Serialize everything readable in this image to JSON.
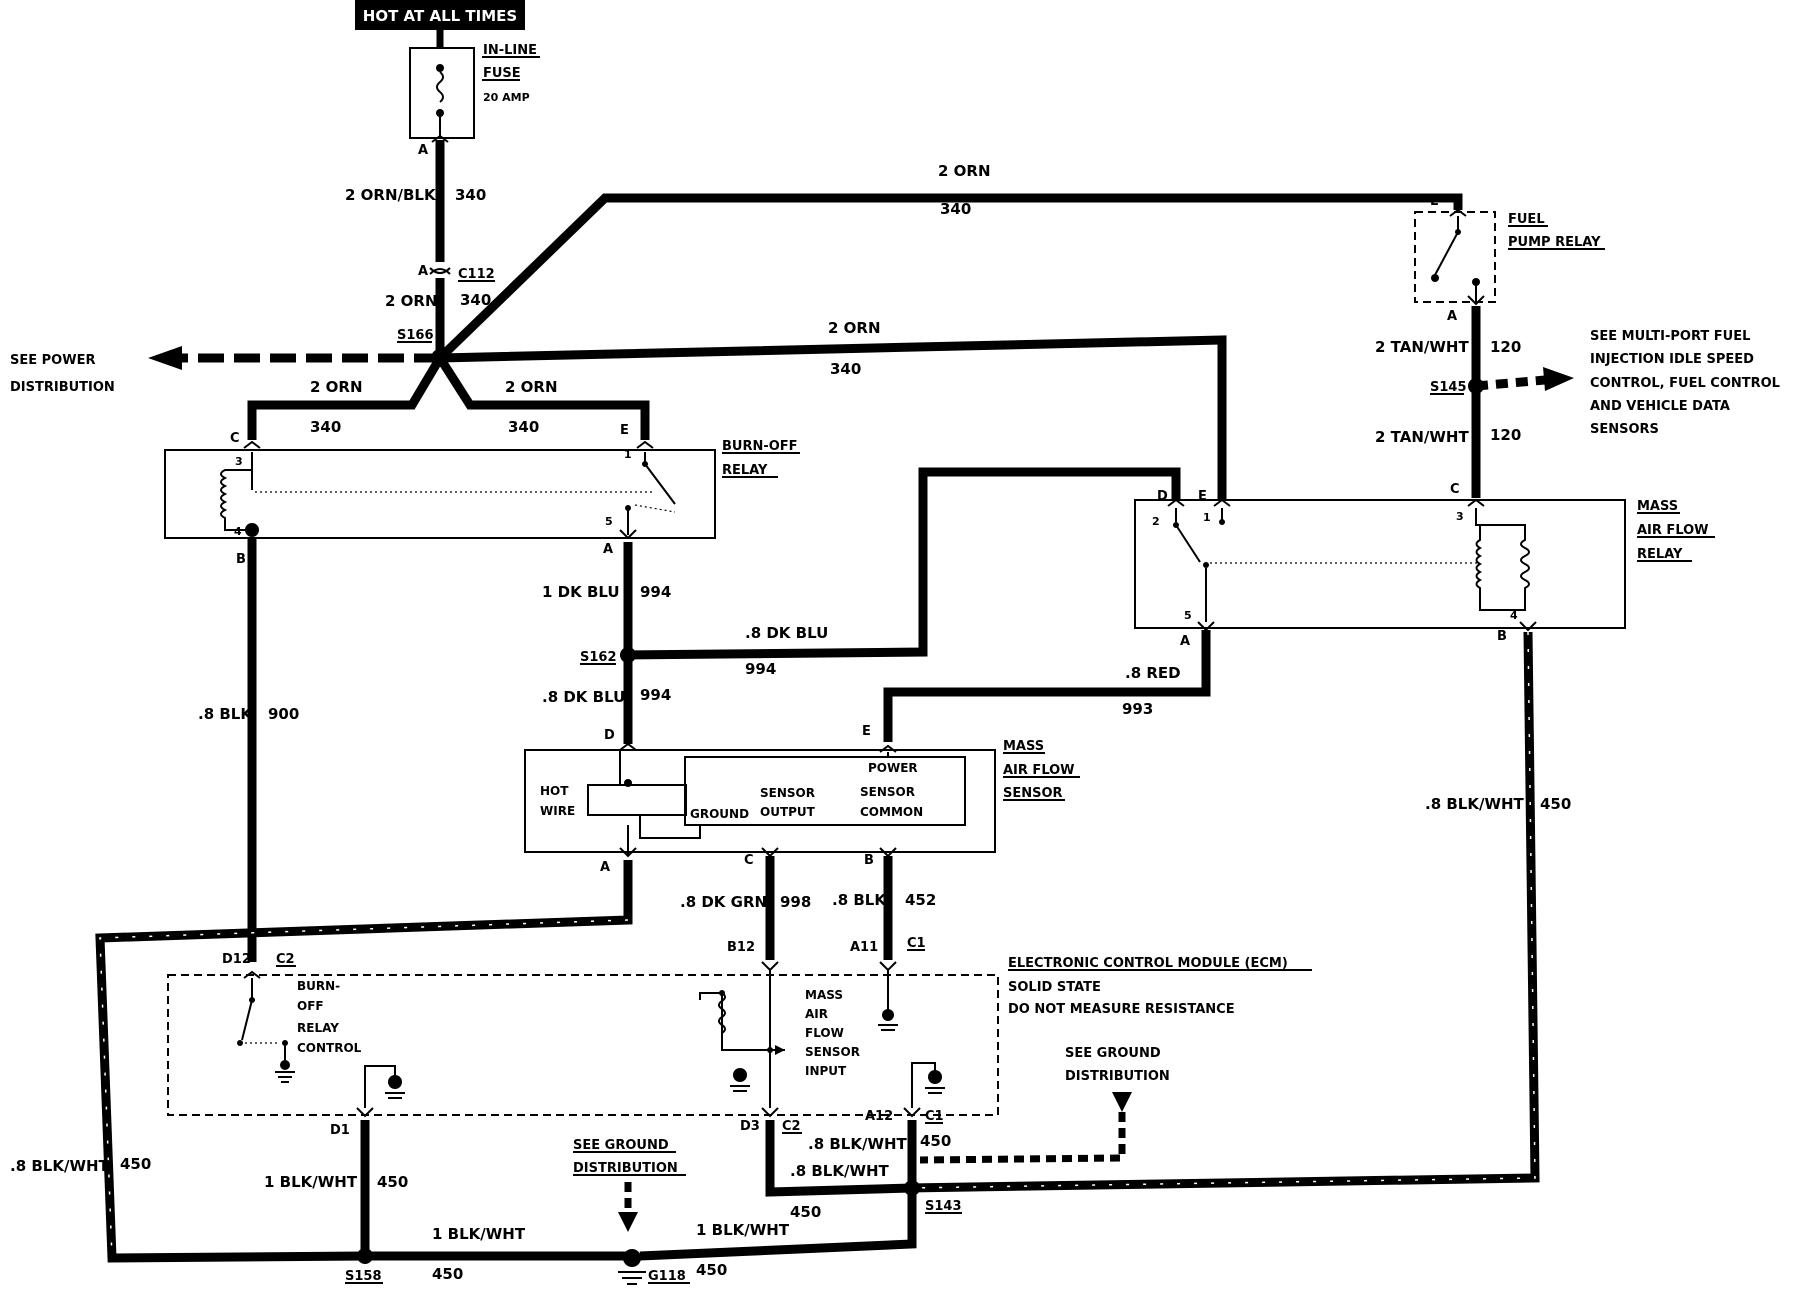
{
  "hot_label": "HOT AT ALL TIMES",
  "fuse": {
    "l1": "IN-LINE",
    "l2": "FUSE",
    "l3": "20 AMP",
    "pin": "A"
  },
  "w340_top": {
    "gauge": "2 ORN/BLK",
    "circuit": "340"
  },
  "c112": {
    "pin": "A",
    "name": "C112"
  },
  "w340_mid": {
    "gauge": "2 ORN",
    "circuit": "340"
  },
  "s166": "S166",
  "power_dist": {
    "l1": "SEE POWER",
    "l2": "DISTRIBUTION"
  },
  "top_run": {
    "gauge": "2 ORN",
    "circuit": "340"
  },
  "mid_run": {
    "gauge": "2 ORN",
    "circuit": "340"
  },
  "left_branch": {
    "gauge": "2 ORN",
    "circuit": "340"
  },
  "right_branch": {
    "gauge": "2 ORN",
    "circuit": "340"
  },
  "burnoff": {
    "l1": "BURN-OFF",
    "l2": "RELAY",
    "pinC": "C",
    "pinE": "E",
    "pin3": "3",
    "pin1": "1",
    "pin4": "4",
    "pin5": "5",
    "pinB": "B",
    "pinA": "A"
  },
  "fpr": {
    "l1": "FUEL",
    "l2": "PUMP RELAY",
    "pinE": "E",
    "pinA": "A"
  },
  "w120_a": {
    "gauge": "2 TAN/WHT",
    "circuit": "120"
  },
  "s145": "S145",
  "multiport": {
    "l1": "SEE MULTI-PORT FUEL",
    "l2": "INJECTION IDLE SPEED",
    "l3": "CONTROL, FUEL CONTROL",
    "l4": "AND VEHICLE DATA",
    "l5": "SENSORS"
  },
  "w120_b": {
    "gauge": "2 TAN/WHT",
    "circuit": "120"
  },
  "mafr": {
    "l1": "MASS",
    "l2": "AIR FLOW",
    "l3": "RELAY",
    "pinD": "D",
    "pinE": "E",
    "pinC": "C",
    "pin2": "2",
    "pin1": "1",
    "pin3": "3",
    "pin5": "5",
    "pin4": "4",
    "pinA": "A",
    "pinB": "B"
  },
  "w994_a": {
    "gauge": "1 DK BLU",
    "circuit": "994"
  },
  "s162": "S162",
  "w994_b": {
    "gauge": ".8 DK BLU",
    "circuit": "994"
  },
  "w994_c": {
    "gauge": ".8 DK BLU",
    "circuit": "994"
  },
  "w993": {
    "gauge": ".8 RED",
    "circuit": "993"
  },
  "w900": {
    "gauge": ".8 BLK",
    "circuit": "900"
  },
  "w450_r": {
    "gauge": ".8 BLK/WHT",
    "circuit": "450"
  },
  "mafs": {
    "l1": "MASS",
    "l2": "AIR FLOW",
    "l3": "SENSOR",
    "pinD": "D",
    "pinE": "E",
    "pinA": "A",
    "pinC": "C",
    "pinB": "B",
    "hot": "HOT",
    "wire": "WIRE",
    "power": "POWER",
    "sensor1": "SENSOR",
    "output": "OUTPUT",
    "sensor2": "SENSOR",
    "common": "COMMON",
    "ground": "GROUND"
  },
  "w998": {
    "gauge": ".8 DK GRN",
    "circuit": "998"
  },
  "w452": {
    "gauge": ".8 BLK",
    "circuit": "452"
  },
  "ecm": {
    "l1": "ELECTRONIC CONTROL MODULE (ECM)",
    "l2": "SOLID STATE",
    "l3": "DO NOT MEASURE RESISTANCE",
    "d12": "D12",
    "c2a": "C2",
    "b12": "B12",
    "a11": "A11",
    "c1a": "C1",
    "d1": "D1",
    "d3": "D3",
    "c2b": "C2",
    "a12": "A12",
    "c1b": "C1",
    "bo1": "BURN-",
    "bo2": "OFF",
    "bo3": "RELAY",
    "bo4": "CONTROL",
    "ma1": "MASS",
    "ma2": "AIR",
    "ma3": "FLOW",
    "ma4": "SENSOR",
    "ma5": "INPUT"
  },
  "ground_r": {
    "l1": "SEE GROUND",
    "l2": "DISTRIBUTION"
  },
  "ground_c": {
    "l1": "SEE GROUND",
    "l2": "DISTRIBUTION"
  },
  "w450_left": {
    "gauge": ".8 BLK/WHT",
    "circuit": "450"
  },
  "w450_d1": {
    "gauge": "1 BLK/WHT",
    "circuit": "450"
  },
  "w450_d3": {
    "gauge": ".8 BLK/WHT",
    "circuit": "450"
  },
  "w450_a12": {
    "gauge": ".8 BLK/WHT",
    "circuit": "450"
  },
  "w450_s143": {
    "gauge": "450"
  },
  "s143": "S143",
  "w450_bot_l": {
    "gauge": "1 BLK/WHT",
    "circuit": "450"
  },
  "w450_bot_r": {
    "gauge": "1 BLK/WHT",
    "circuit": "450"
  },
  "s158": "S158",
  "g118": "G118"
}
